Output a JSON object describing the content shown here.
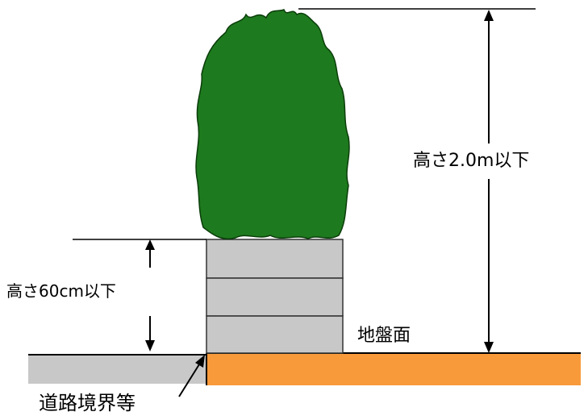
{
  "labels": {
    "tree_height": "高さ2.0m以下",
    "block_height": "高さ60cm以下",
    "ground_surface": "地盤面",
    "road_boundary": "道路境界等"
  },
  "colors": {
    "tree_fill": "#1e7a1e",
    "tree_outline": "#0a3d0a",
    "block_fill": "#c8c8c8",
    "block_outline": "#333333",
    "ground_fill": "#f89a3a",
    "road_fill": "#c8c8c8",
    "line": "#000000"
  },
  "icons": {
    "tree": "tree-icon",
    "arrow": "arrow-icon"
  }
}
